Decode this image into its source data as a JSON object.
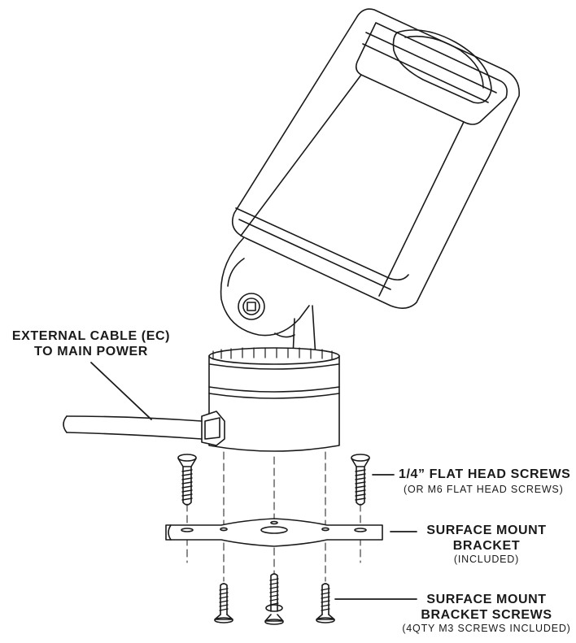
{
  "callouts": {
    "external_cable": {
      "line1": "EXTERNAL CABLE (EC)",
      "line2": "TO MAIN POWER"
    },
    "flat_head_screws": {
      "title": "1/4” FLAT HEAD SCREWS",
      "note": "(OR M6 FLAT HEAD SCREWS)"
    },
    "surface_mount_bracket": {
      "line1": "SURFACE MOUNT",
      "line2": "BRACKET",
      "note": "(INCLUDED)"
    },
    "bracket_screws": {
      "line1": "SURFACE MOUNT",
      "line2": "BRACKET SCREWS",
      "note": "(4QTY M3 SCREWS INCLUDED)"
    }
  },
  "colors": {
    "line": "#1a1a1a",
    "fill": "#ffffff"
  }
}
